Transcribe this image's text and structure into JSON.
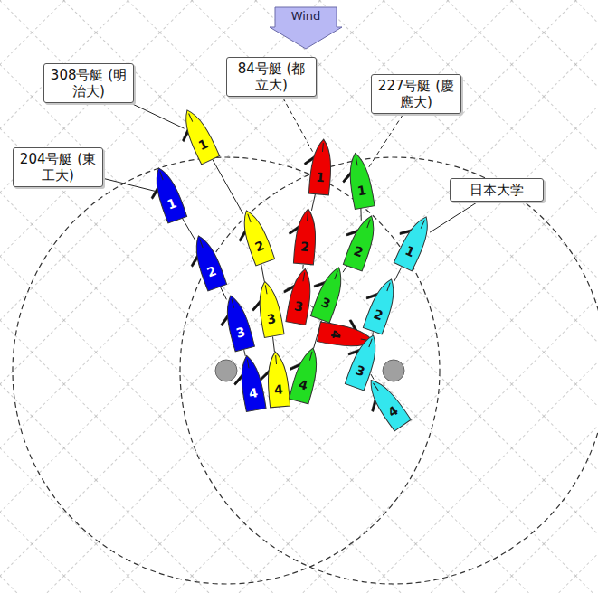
{
  "diagram": {
    "nodes": [
      {
        "text": [
          "Wind"
        ]
      },
      {
        "text": [
          "308号艇 (明治大)"
        ]
      },
      {
        "text": [
          "84号艇 (都立大)"
        ]
      },
      {
        "text": [
          "227号艇 (慶應大)"
        ]
      },
      {
        "text": [
          "204号艇 (東工大)"
        ]
      },
      {
        "text": [
          "日本大学"
        ]
      },
      {
        "text": [
          "1"
        ]
      },
      {
        "text": [
          "2"
        ]
      },
      {
        "text": [
          "3"
        ]
      },
      {
        "text": [
          "4"
        ]
      },
      {
        "text": [
          "1"
        ]
      },
      {
        "text": [
          "2"
        ]
      },
      {
        "text": [
          "3"
        ]
      },
      {
        "text": [
          "4"
        ]
      },
      {
        "text": [
          "1"
        ]
      },
      {
        "text": [
          "2"
        ]
      },
      {
        "text": [
          "3"
        ]
      },
      {
        "text": [
          "4"
        ]
      },
      {
        "text": [
          "1"
        ]
      },
      {
        "text": [
          "2"
        ]
      },
      {
        "text": [
          "3"
        ]
      },
      {
        "text": [
          "4"
        ]
      },
      {
        "text": [
          "1"
        ]
      },
      {
        "text": [
          "2"
        ]
      },
      {
        "text": [
          "3"
        ]
      },
      {
        "text": [
          "4"
        ]
      }
    ],
    "edges": [
      {
        "from": 1,
        "to": 6,
        "arrow": "none"
      },
      {
        "from": 2,
        "to": 14,
        "arrow": "none"
      },
      {
        "from": 3,
        "to": 18,
        "arrow": "none"
      },
      {
        "from": 4,
        "to": 10,
        "arrow": "none"
      },
      {
        "from": 5,
        "to": 22,
        "arrow": "none"
      },
      {
        "from": 6,
        "to": 7,
        "arrow": "none"
      },
      {
        "from": 7,
        "to": 8,
        "arrow": "none"
      },
      {
        "from": 8,
        "to": 9,
        "arrow": "none"
      },
      {
        "from": 10,
        "to": 11,
        "arrow": "none"
      },
      {
        "from": 11,
        "to": 12,
        "arrow": "none"
      },
      {
        "from": 12,
        "to": 13,
        "arrow": "none"
      },
      {
        "from": 14,
        "to": 15,
        "arrow": "none"
      },
      {
        "from": 15,
        "to": 16,
        "arrow": "none"
      },
      {
        "from": 16,
        "to": 17,
        "arrow": "none"
      },
      {
        "from": 18,
        "to": 19,
        "arrow": "none"
      },
      {
        "from": 19,
        "to": 20,
        "arrow": "none"
      },
      {
        "from": 20,
        "to": 21,
        "arrow": "none"
      },
      {
        "from": 22,
        "to": 23,
        "arrow": "none"
      },
      {
        "from": 23,
        "to": 24,
        "arrow": "none"
      },
      {
        "from": 24,
        "to": 25,
        "arrow": "none"
      }
    ]
  }
}
